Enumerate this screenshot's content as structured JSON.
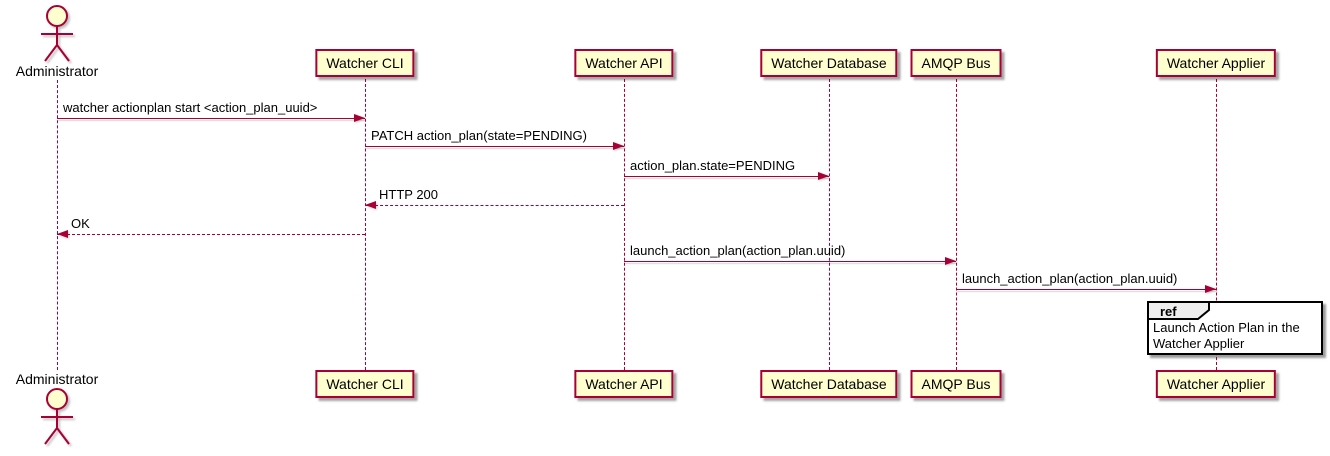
{
  "diagram": {
    "type": "sequence-diagram",
    "participants": [
      {
        "id": "administrator",
        "label": "Administrator",
        "type": "actor"
      },
      {
        "id": "watcher-cli",
        "label": "Watcher CLI",
        "type": "participant"
      },
      {
        "id": "watcher-api",
        "label": "Watcher API",
        "type": "participant"
      },
      {
        "id": "watcher-database",
        "label": "Watcher Database",
        "type": "participant"
      },
      {
        "id": "amqp-bus",
        "label": "AMQP Bus",
        "type": "participant"
      },
      {
        "id": "watcher-applier",
        "label": "Watcher Applier",
        "type": "participant"
      }
    ],
    "messages": [
      {
        "text": "watcher actionplan start <action_plan_uuid>",
        "from": "administrator",
        "to": "watcher-cli",
        "line": "solid"
      },
      {
        "text": "PATCH action_plan(state=PENDING)",
        "from": "watcher-cli",
        "to": "watcher-api",
        "line": "solid"
      },
      {
        "text": "action_plan.state=PENDING",
        "from": "watcher-api",
        "to": "watcher-database",
        "line": "solid"
      },
      {
        "text": "HTTP 200",
        "from": "watcher-api",
        "to": "watcher-cli",
        "line": "dashed"
      },
      {
        "text": "OK",
        "from": "watcher-cli",
        "to": "administrator",
        "line": "dashed"
      },
      {
        "text": "launch_action_plan(action_plan.uuid)",
        "from": "watcher-api",
        "to": "amqp-bus",
        "line": "solid"
      },
      {
        "text": "launch_action_plan(action_plan.uuid)",
        "from": "amqp-bus",
        "to": "watcher-applier",
        "line": "solid"
      }
    ],
    "ref_fragment": {
      "keyword": "ref",
      "over": "watcher-applier",
      "text_lines": [
        "Launch Action Plan in the",
        "Watcher Applier"
      ]
    },
    "colors": {
      "participant_fill": "#FEFECE",
      "participant_border": "#A80036",
      "lifeline": "#A80036",
      "arrow": "#A80036",
      "actor": "#A80036",
      "ref_border": "#000000",
      "ref_header_fill": "#EEEEEE",
      "text": "#000000",
      "background": "#FFFFFF"
    }
  }
}
